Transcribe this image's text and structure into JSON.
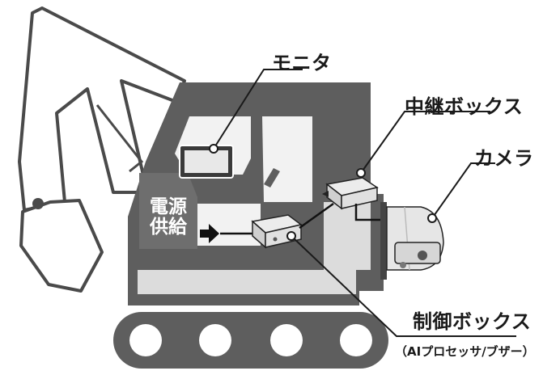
{
  "labels": {
    "monitor": "モニタ",
    "relay_box": "中継ボックス",
    "camera": "カメラ",
    "control_box": "制御ボックス",
    "control_box_sub": "（AIプロセッサ/ブザー）",
    "power_line1": "電源",
    "power_line2": "供給"
  },
  "colors": {
    "machine_body": "#5e5e5e",
    "window": "#f2f2f2",
    "cab_panel": "#dcdcdc",
    "arm_outline": "#4a4a4a",
    "leader_line": "#1a1a1a",
    "text": "#1a1a1a",
    "power_text": "#ffffff"
  },
  "icons": {
    "power_arrow": "right-arrow-icon",
    "camera": "dome-camera-icon",
    "box": "enclosure-box-icon"
  }
}
